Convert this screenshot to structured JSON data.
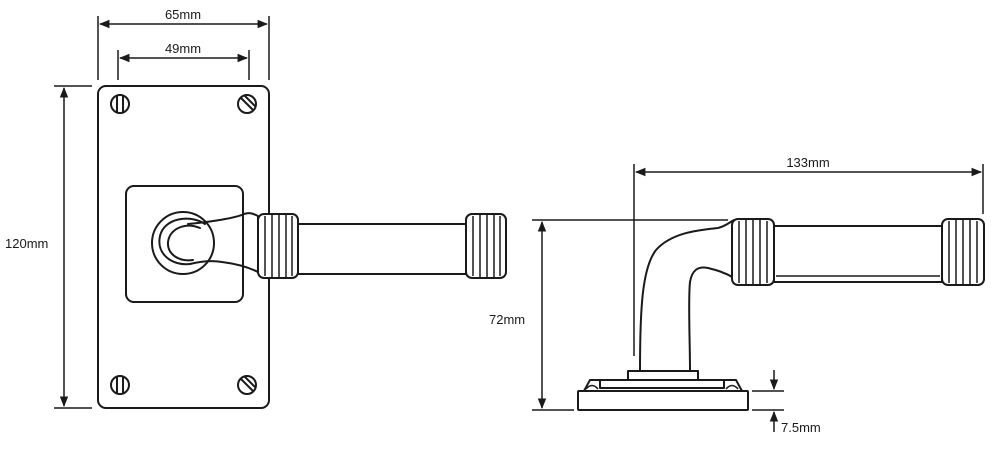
{
  "dimensions": {
    "plate_width": "65mm",
    "fixing_centres": "49mm",
    "plate_height": "120mm",
    "lever_projection": "72mm",
    "lever_length": "133mm",
    "rose_thickness": "7.5mm"
  },
  "colors": {
    "line": "#1a1a1a",
    "background": "#ffffff"
  }
}
